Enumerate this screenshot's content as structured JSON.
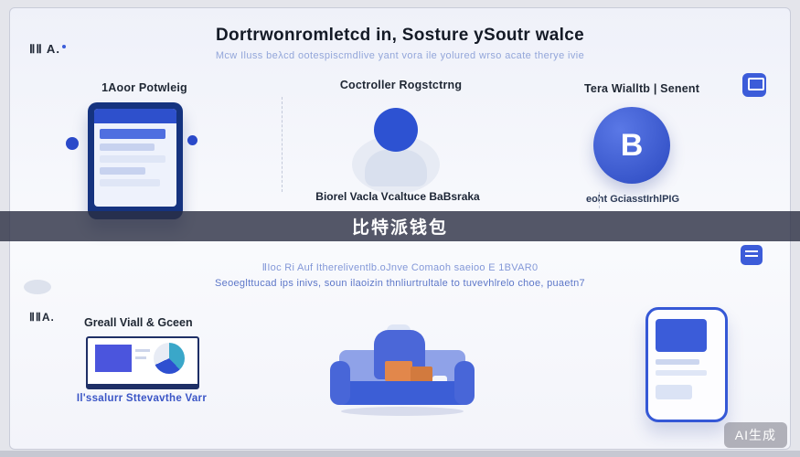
{
  "header": {
    "logo_text": "ⅡⅡ A.",
    "title": "Dortrwonromletcd in, Sosture ySoutr walce",
    "subtitle": "Mcw Iluss beλcd ootespiscmdlive yant vora ile yolured wrso acate therye ivie"
  },
  "top_columns": [
    {
      "label": "1Aoor Potwleig"
    },
    {
      "label": "Coctroller Rogstctrng",
      "caption": "Biorel Vacla Vcaltuce BaBsraka"
    },
    {
      "label": "Tera Wialltb | Senent",
      "caption": "eoht GciasstIrhlPIG"
    }
  ],
  "coin": {
    "letter": "B"
  },
  "banner": {
    "text": "比特派钱包"
  },
  "mid_text": {
    "line1": "ⅡIoc Ri Auf Ithereliventlb.oJnve Comaoh saeioo E 1BVAR0",
    "line2": "Seoeglttucad ips inivs, soun ilaoizin thnliurtrultale to tuvevhlrelo choe, puaetn7"
  },
  "bottom": {
    "logo_text": "ⅡⅡA.",
    "label": "Greall Viall & Gceen",
    "caption": "Il'ssalurr Sttevavthe Varr"
  },
  "watermark": {
    "text": "AI生成"
  },
  "icons": {
    "wallet_icon": "rounded-blue-square-with-frame",
    "card_icon": "rounded-blue-square-with-lines",
    "ellipse_icon": "gray-ellipse"
  },
  "colors": {
    "accent_blue": "#3b5cd9",
    "dark_navy": "#15337f",
    "coin_blue": "#2b49c0",
    "banner_bg": "rgba(43,46,66,0.8)",
    "orange": "#e2874b",
    "light_blue_text": "#8398d8",
    "card_bg": "#f9fafd"
  }
}
